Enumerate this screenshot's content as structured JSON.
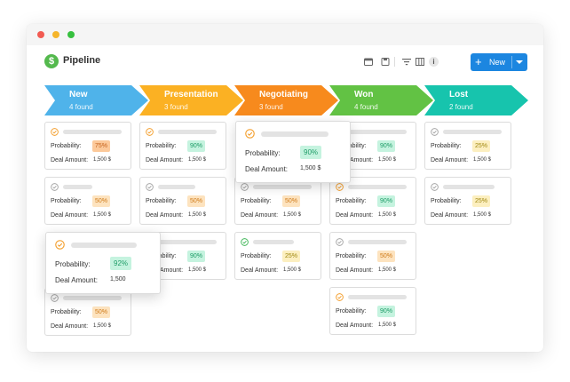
{
  "app": {
    "title": "Pipeline",
    "logo_glyph": "$"
  },
  "toolbar": {
    "new_label": "New",
    "plus": "+",
    "info_glyph": "i"
  },
  "colors": {
    "new": "#4fb3ea",
    "presentation": "#fbb123",
    "negotiating": "#f78a1d",
    "won": "#62c244",
    "lost": "#17c4ad",
    "accent": "#1c86e0"
  },
  "icons": [
    "calendar-icon",
    "save-icon",
    "filter-icon",
    "columns-icon",
    "info-icon",
    "check-circle-icon"
  ],
  "stages": [
    {
      "name": "New",
      "count": "4 found",
      "color": "#4fb3ea"
    },
    {
      "name": "Presentation",
      "count": "3 found",
      "color": "#fbb123"
    },
    {
      "name": "Negotiating",
      "count": "3 found",
      "color": "#f78a1d"
    },
    {
      "name": "Won",
      "count": "4 found",
      "color": "#62c244"
    },
    {
      "name": "Lost",
      "count": "2 found",
      "color": "#17c4ad"
    }
  ],
  "labels": {
    "probability": "Probability:",
    "deal_amount": "Deal Amount:"
  },
  "cards": [
    {
      "stage": "New",
      "probability": "75%",
      "amount": "1,500 $",
      "badge": "hot",
      "check": "orange"
    },
    {
      "stage": "New",
      "probability": "50%",
      "amount": "1,500 $",
      "badge": "mid",
      "check": "gray"
    },
    {
      "stage": "New",
      "probability": "92%",
      "amount": "1,500",
      "badge": "high",
      "check": "orange",
      "featured": true
    },
    {
      "stage": "New",
      "probability": "50%",
      "amount": "1,500 $",
      "badge": "mid",
      "check": "gray"
    },
    {
      "stage": "Presentation",
      "probability": "90%",
      "amount": "1,500 $",
      "badge": "high",
      "check": "orange"
    },
    {
      "stage": "Presentation",
      "probability": "50%",
      "amount": "1,500 $",
      "badge": "mid",
      "check": "gray"
    },
    {
      "stage": "Presentation",
      "probability": "90%",
      "amount": "1,500 $",
      "badge": "high",
      "check": "gray"
    },
    {
      "stage": "Negotiating",
      "probability": "90%",
      "amount": "1,500 $",
      "badge": "high",
      "check": "orange",
      "featured": true
    },
    {
      "stage": "Negotiating",
      "probability": "50%",
      "amount": "1,500 $",
      "badge": "mid",
      "check": "gray"
    },
    {
      "stage": "Negotiating",
      "probability": "25%",
      "amount": "1,500 $",
      "badge": "low",
      "check": "green"
    },
    {
      "stage": "Won",
      "probability": "90%",
      "amount": "1,500 $",
      "badge": "high",
      "check": "gray"
    },
    {
      "stage": "Won",
      "probability": "90%",
      "amount": "1,500 $",
      "badge": "high",
      "check": "orange"
    },
    {
      "stage": "Won",
      "probability": "50%",
      "amount": "1,500 $",
      "badge": "mid",
      "check": "gray"
    },
    {
      "stage": "Won",
      "probability": "90%",
      "amount": "1,500 $",
      "badge": "high",
      "check": "orange"
    },
    {
      "stage": "Lost",
      "probability": "25%",
      "amount": "1,500 $",
      "badge": "low",
      "check": "gray"
    },
    {
      "stage": "Lost",
      "probability": "25%",
      "amount": "1,500 $",
      "badge": "low",
      "check": "gray"
    }
  ]
}
